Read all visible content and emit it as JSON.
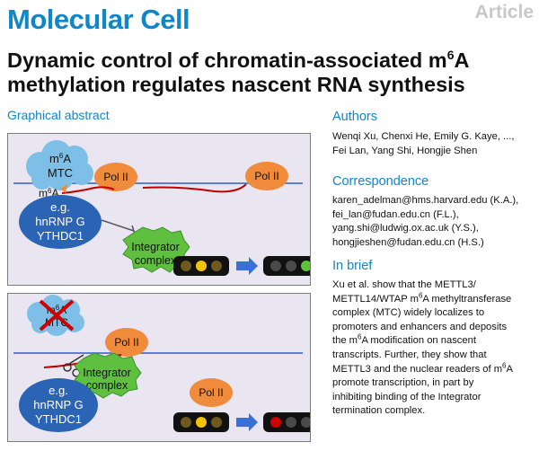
{
  "header": {
    "journal": "Molecular Cell",
    "article_type": "Article",
    "title_line1_pre": "Dynamic control of chromatin-associated m",
    "title_line1_sup": "6",
    "title_line1_post": "A",
    "title_line2": "methylation regulates nascent RNA synthesis"
  },
  "graphical_abstract": {
    "heading": "Graphical abstract",
    "panel1": {
      "mtc_line1_pre": "m",
      "mtc_line1_sup": "6",
      "mtc_line1_post": "A",
      "mtc_line2": "MTC",
      "pol_left": "Pol II",
      "pol_right": "Pol II",
      "m6a_pre": "m",
      "m6a_sup": "6",
      "m6a_post": "A",
      "reader_line1": "e.g.",
      "reader_line2": "hnRNP G",
      "reader_line3": "YTHDC1",
      "integrator_line1": "Integrator",
      "integrator_line2": "complex"
    },
    "panel2": {
      "mtc_line1_pre": "m",
      "mtc_line1_sup": "6",
      "mtc_line1_post": "A",
      "mtc_line2": "MTC",
      "pol_top": "Pol II",
      "pol_bottom": "Pol II",
      "integrator_line1": "Integrator",
      "integrator_line2": "complex",
      "reader_line1": "e.g.",
      "reader_line2": "hnRNP G",
      "reader_line3": "YTHDC1"
    },
    "colors": {
      "mtc_cloud": "#7dbfe6",
      "pol_ii": "#f08b3c",
      "reader": "#2b63b5",
      "integrator": "#5fbf3f",
      "dna": "#5b7fd4",
      "rna": "#c00000",
      "arrow": "#3a6fd8"
    }
  },
  "authors": {
    "heading": "Authors",
    "line1": "Wenqi Xu, Chenxi He, Emily G. Kaye, ...,",
    "line2": "Fei Lan, Yang Shi, Hongjie Shen"
  },
  "correspondence": {
    "heading": "Correspondence",
    "emails": [
      "karen_adelman@hms.harvard.edu (K.A.),",
      "fei_lan@fudan.edu.cn (F.L.),",
      "yang.shi@ludwig.ox.ac.uk (Y.S.),",
      "hongjieshen@fudan.edu.cn (H.S.)"
    ]
  },
  "in_brief": {
    "heading": "In brief",
    "l1": "Xu et al. show that the METTL3/",
    "l2_pre": "METTL14/WTAP m",
    "l2_sup": "6",
    "l2_post": "A methyltransferase",
    "l3": "complex (MTC) widely localizes to",
    "l4": "promoters and enhancers and deposits",
    "l5_pre": "the m",
    "l5_sup": "6",
    "l5_post": "A modification on nascent",
    "l6": "transcripts. Further, they show that",
    "l7_pre": "METTL3 and the nuclear readers of m",
    "l7_sup": "6",
    "l7_post": "A",
    "l8": "promote transcription, in part by",
    "l9": "inhibiting binding of the Integrator",
    "l10": "termination complex."
  }
}
